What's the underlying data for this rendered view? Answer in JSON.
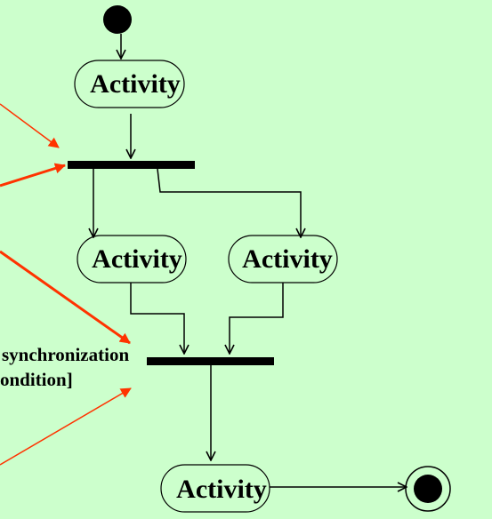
{
  "diagram": {
    "type": "activity-diagram",
    "nodes": {
      "activity_top": "Activity",
      "activity_left": "Activity",
      "activity_right": "Activity",
      "activity_bottom": "Activity"
    },
    "labels": {
      "sync_line1": "synchronization",
      "sync_line2": "ondition]"
    },
    "colors": {
      "background": "#ccffcc",
      "annotation_arrow": "#ff3300",
      "stroke": "#000000"
    }
  }
}
